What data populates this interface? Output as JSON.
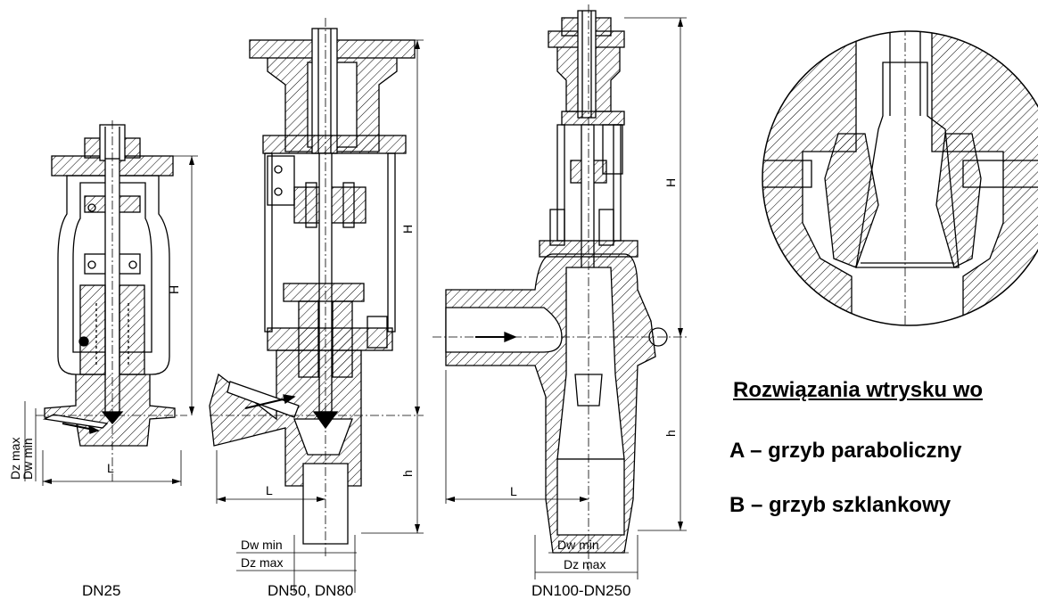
{
  "drawings": [
    {
      "caption": "DN25",
      "dims": {
        "L": "L",
        "H": "H",
        "h": "",
        "dz": "Dz max",
        "dw": "Dw min"
      }
    },
    {
      "caption": "DN50, DN80",
      "dims": {
        "L": "L",
        "H": "H",
        "h": "h",
        "dz": "Dz max",
        "dw": "Dw min"
      }
    },
    {
      "caption": "DN100-DN250",
      "dims": {
        "L": "L",
        "H": "H",
        "h": "h",
        "dz": "Dz max",
        "dw": "Dw min"
      }
    }
  ],
  "detail": {
    "heading": "Rozwiązania wtrysku wo",
    "option_a": "A – grzyb paraboliczny",
    "option_b": "B – grzyb szklankowy"
  }
}
